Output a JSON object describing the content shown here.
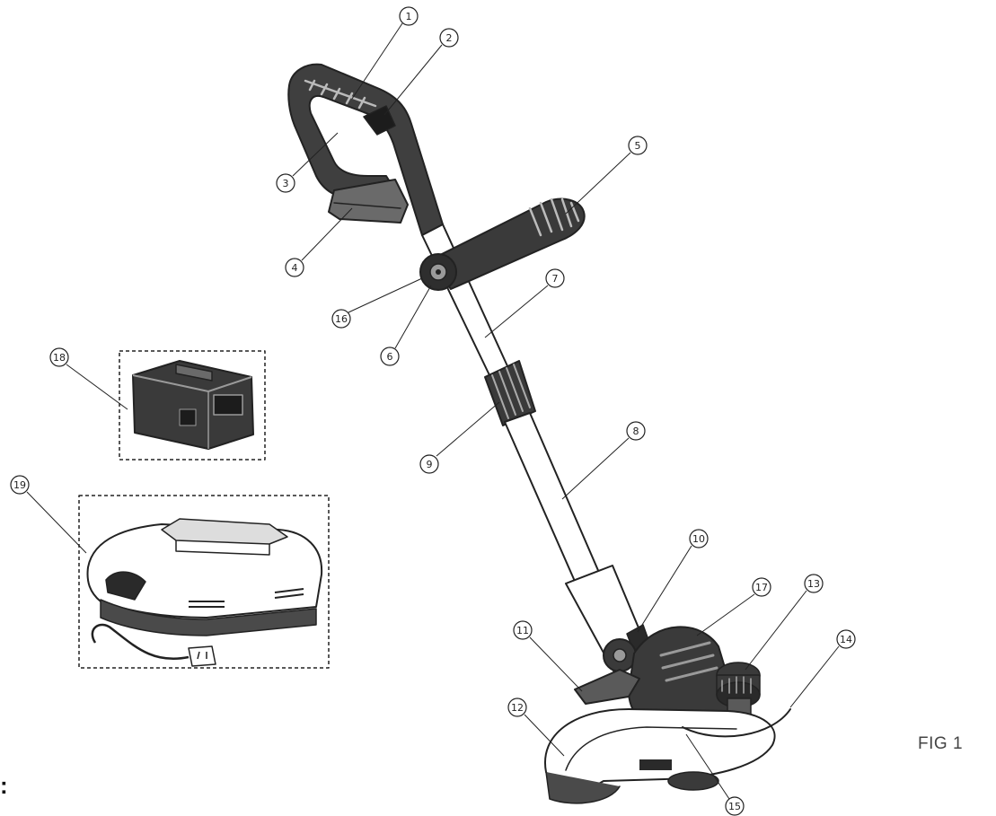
{
  "figure": {
    "label": "FIG 1",
    "edge_mark": ":"
  },
  "callouts": [
    "1",
    "2",
    "3",
    "4",
    "5",
    "6",
    "7",
    "8",
    "9",
    "10",
    "11",
    "12",
    "13",
    "14",
    "15",
    "16",
    "17",
    "18",
    "19"
  ],
  "colors": {
    "line": "#222222",
    "part_fill": "#3a3a3a",
    "light_fill": "#8a8a8a",
    "background": "#ffffff"
  }
}
